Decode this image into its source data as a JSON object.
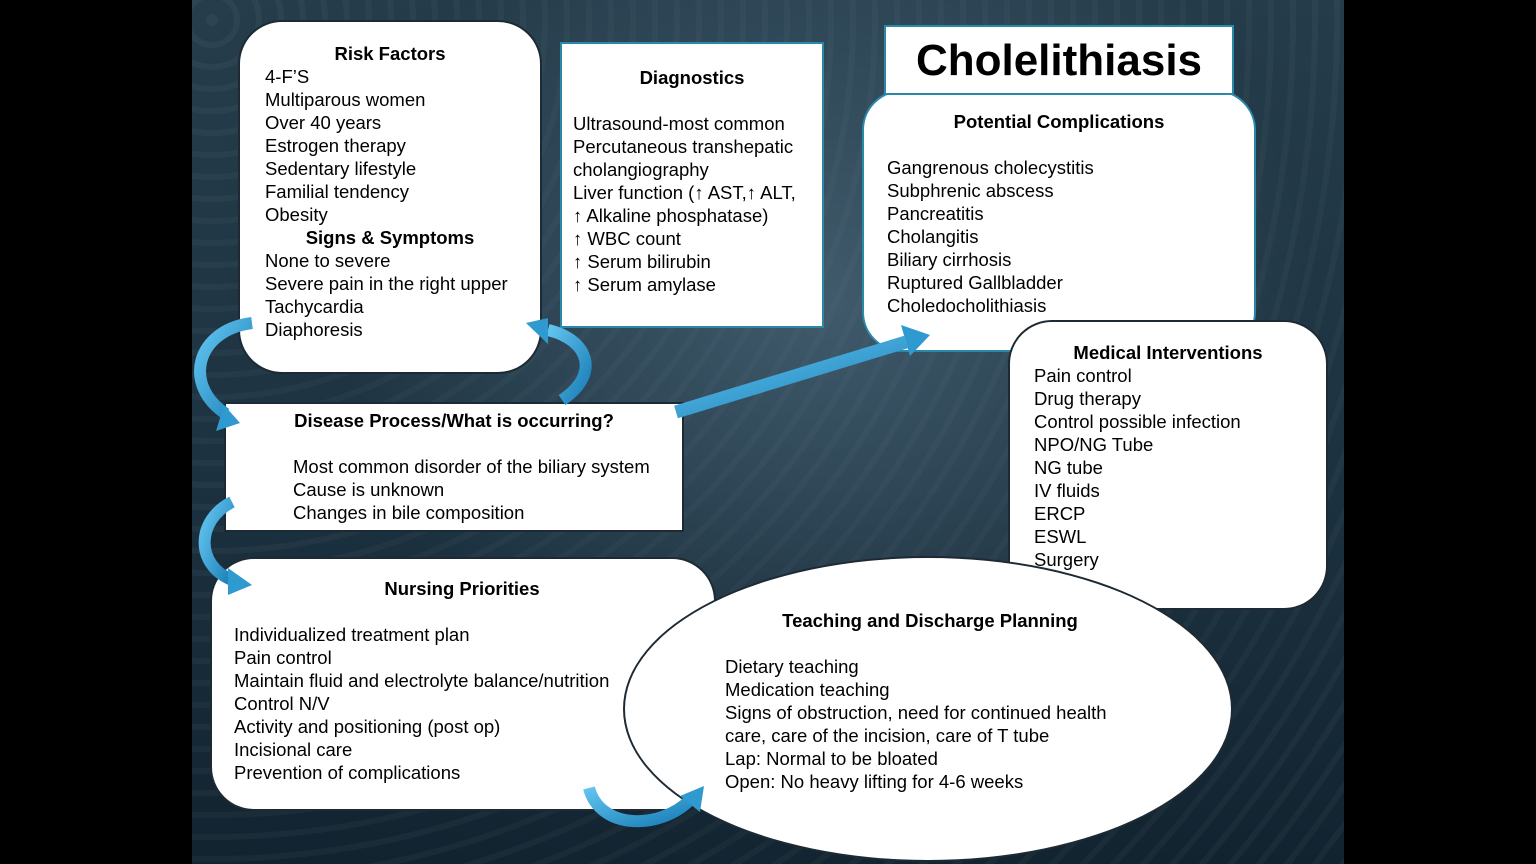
{
  "title": "Cholelithiasis",
  "risk_factors": {
    "heading": "Risk Factors",
    "items": [
      "4-F’S",
      "Multiparous women",
      "Over 40 years",
      "Estrogen therapy",
      "Sedentary lifestyle",
      "Familial tendency",
      "Obesity"
    ]
  },
  "signs_symptoms": {
    "heading": "Signs & Symptoms",
    "items": [
      "None to severe",
      "Severe pain in the right upper",
      "Tachycardia",
      "Diaphoresis"
    ]
  },
  "diagnostics": {
    "heading": "Diagnostics",
    "items": [
      "Ultrasound-most common",
      "Percutaneous transhepatic",
      "cholangiography",
      "Liver function (↑ AST,↑ ALT,",
      "↑ Alkaline phosphatase)",
      "↑ WBC count",
      "↑ Serum bilirubin",
      "↑ Serum amylase"
    ]
  },
  "complications": {
    "heading": "Potential Complications",
    "items": [
      "Gangrenous cholecystitis",
      "Subphrenic abscess",
      "Pancreatitis",
      "Cholangitis",
      "Biliary cirrhosis",
      "Ruptured Gallbladder",
      "Choledocholithiasis"
    ]
  },
  "disease_process": {
    "heading": "Disease Process/What is occurring?",
    "items": [
      "Most common disorder of the biliary system",
      "Cause is unknown",
      "Changes in bile composition"
    ]
  },
  "medical_interventions": {
    "heading": "Medical Interventions",
    "items": [
      "Pain control",
      "Drug therapy",
      "Control possible infection",
      "NPO/NG Tube",
      "NG tube",
      "IV fluids",
      "ERCP",
      "ESWL",
      "Surgery"
    ]
  },
  "nursing_priorities": {
    "heading": "Nursing  Priorities",
    "items": [
      "Individualized treatment plan",
      "Pain control",
      "Maintain fluid and electrolyte balance/nutrition",
      "Control N/V",
      "Activity and positioning (post op)",
      "Incisional care",
      "Prevention of complications"
    ]
  },
  "teaching": {
    "heading": "Teaching and Discharge Planning",
    "items": [
      "Dietary teaching",
      "Medication teaching",
      "Signs of obstruction, need for continued health",
      "care, care of the incision, care of T tube",
      "Lap: Normal to be bloated",
      "Open: No heavy lifting for 4-6 weeks"
    ]
  },
  "colors": {
    "arrow": "#2e9ad0",
    "box_border_teal": "#2a88a8",
    "background": "#1d3341"
  }
}
